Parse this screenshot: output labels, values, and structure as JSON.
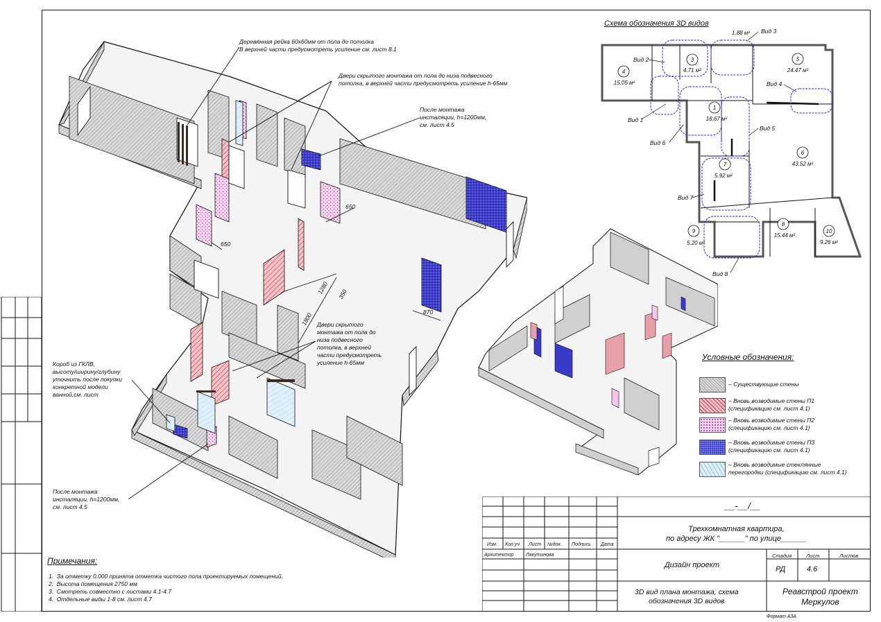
{
  "sheet": {
    "format_label": "Формат А3А"
  },
  "annotations": {
    "wood_rail": "Деревянная рейка 60х60мм от пола до потолка\nВ верхней части предусмотреть усиление см. лист 8.1",
    "hidden_doors_top": "Двери скрытого монтажа от пола до низа подвесного\nпотолка, в верхней части предусмотреть усиление h-65мм",
    "after_install_top": "После монтажа\nинсталяции, h=1200мм,\nсм. лист 4.5",
    "hidden_doors_center": "Двери скрытого\nмонтажа от пола до\nниза подвесного\nпотолка, в верхней\nчасти предусмотреть\nусиление h-65мм",
    "gkl_box": "Короб из ГКЛВ,\nвысоту/ширину/глубину\nуточнить после покупки\nконкретной модели\nванной,см. лист",
    "after_install_bottom": "После монтажа\nинсталяции, h=1200мм,\nсм. лист 4.5"
  },
  "dimensions": [
    "650",
    "650",
    "1280",
    "350",
    "1800",
    "870"
  ],
  "scheme": {
    "title": "Схема обозначения 3D видов",
    "rooms": [
      {
        "num": "1",
        "area": "18.67 м²"
      },
      {
        "num": "2",
        "area": "1.88 м²"
      },
      {
        "num": "3",
        "area": "4.71 м²"
      },
      {
        "num": "4",
        "area": "15.05 м²"
      },
      {
        "num": "5",
        "area": "24.47 м²"
      },
      {
        "num": "6",
        "area": "43.52 м²"
      },
      {
        "num": "7",
        "area": "5.92 м²"
      },
      {
        "num": "8",
        "area": "15.44 м²"
      },
      {
        "num": "9",
        "area": "5.20 м²"
      },
      {
        "num": "10",
        "area": "9.26 м²"
      }
    ],
    "views": [
      "Вид 1",
      "Вид 2",
      "Вид 3",
      "Вид 4",
      "Вид 5",
      "Вид 6",
      "Вид 7",
      "Вид 8"
    ]
  },
  "legend": {
    "title": "Условные обозначения:",
    "items": [
      {
        "label": "– Существующие стены",
        "color": "#b8b8b8"
      },
      {
        "label": "– Вновь возводимые стены П1\n(спецификацию см. лист 4.1)",
        "color": "#e8a0a8"
      },
      {
        "label": "– Вновь возводимые стены П2\n(спецификацию см. лист 4.1)",
        "color": "#f3c6ee"
      },
      {
        "label": "– Вновь возводимые стены П3\n(спецификацию см. лист 4.1)",
        "color": "#3c3cc8"
      },
      {
        "label": "– Вновь возводимые стеклянные\nперегородки (спецификацию см. лист 4.1)",
        "color": "#b9dcf5"
      }
    ]
  },
  "notes": {
    "title": "Примечания:",
    "items": [
      "1.  За отметку 0.000 принята отметка чистого пола проектируемых помещений.",
      "2.  Высота помещения 2750 мм",
      "3.  Смотреть совместно с листами 4.1-4.7",
      "4.  Отдельные виды 1-8 см. лист 4.7"
    ]
  },
  "title_block": {
    "code": "__-__/__",
    "project_title": "Трехкомнатная квартира,\nпо адресу ЖК \"______\" по улице______",
    "col_headers": [
      "Изм.",
      "Кол.уч",
      "Лист",
      "№док.",
      "Подпись",
      "Дата"
    ],
    "role": "Архитектор",
    "person": "Лакутинова",
    "stage_section": "Дизайн проект",
    "stage_header": "Стадия",
    "sheet_header": "Лист",
    "sheets_header": "Листов",
    "stage_value": "РД",
    "sheet_value": "4.6",
    "sheets_value": "",
    "drawing_name": "3D вид плана монтажа, схема\nобозначения 3D видов",
    "company": "Реавстрой проект\nМеркулов"
  }
}
